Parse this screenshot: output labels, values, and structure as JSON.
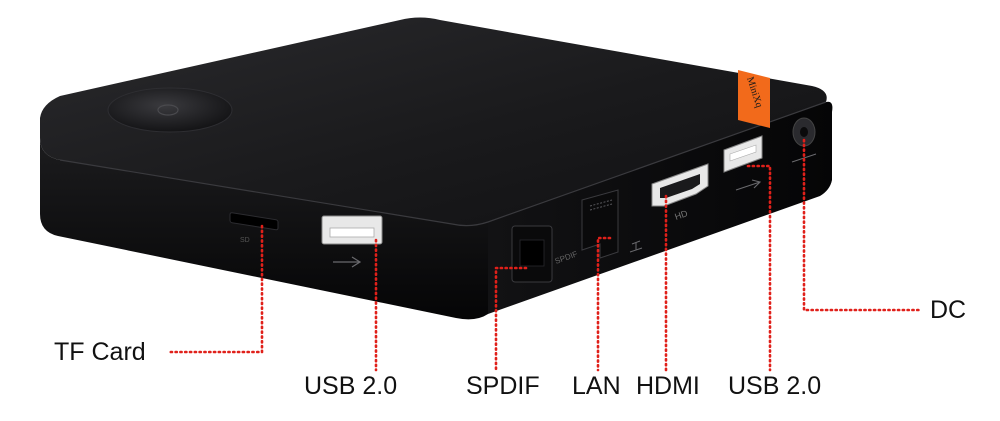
{
  "diagram": {
    "brand_text": "MiniXq",
    "device_marks": {
      "sd_mark": "SD",
      "spdif_mark": "SPDIF",
      "hd_mark": "HD"
    },
    "callouts": [
      {
        "id": "tf-card",
        "label": "TF Card"
      },
      {
        "id": "usb-front",
        "label": "USB 2.0"
      },
      {
        "id": "spdif",
        "label": "SPDIF"
      },
      {
        "id": "lan",
        "label": "LAN"
      },
      {
        "id": "hdmi",
        "label": "HDMI"
      },
      {
        "id": "usb-side",
        "label": "USB 2.0"
      },
      {
        "id": "dc",
        "label": "DC"
      }
    ],
    "colors": {
      "body_top": "#1c1c1e",
      "body_front": "#0e0e10",
      "brand_tag": "#f26a1b",
      "leader_line": "#e0201a"
    }
  }
}
